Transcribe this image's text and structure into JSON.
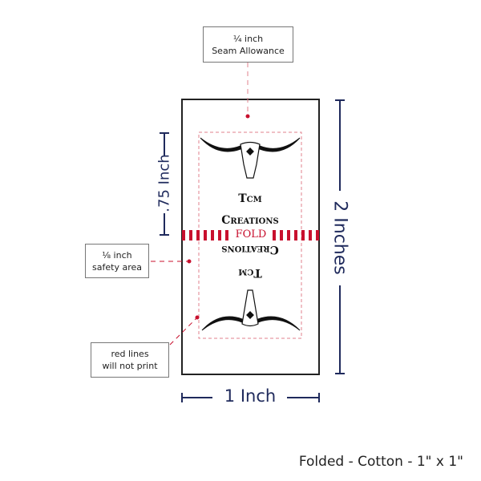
{
  "callouts": {
    "seam": {
      "line1": "¼ inch",
      "line2": "Seam Allowance"
    },
    "safety": {
      "line1": "⅛ inch",
      "line2": "safety area"
    },
    "red_lines": {
      "line1": "red lines",
      "line2": "will not print"
    }
  },
  "dimensions": {
    "height_inner": ".75 Inch",
    "height_total": "2 Inches",
    "width": "1 Inch"
  },
  "label": {
    "brand_line1": "Tcm",
    "brand_line2": "Creations",
    "fold": "FOLD",
    "icon": "longhorn-skull-icon"
  },
  "caption": "Folded - Cotton - 1\" x 1\"",
  "colors": {
    "navy": "#1f2a5c",
    "red": "#c8102e",
    "guide": "#e0808c"
  }
}
